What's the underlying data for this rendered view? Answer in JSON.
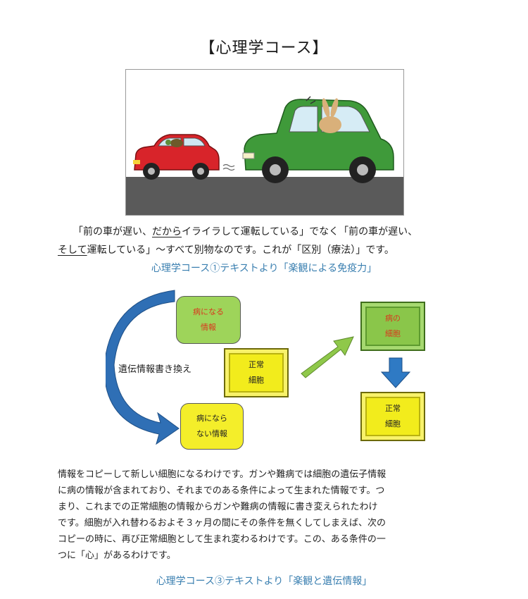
{
  "title": "【心理学コース】",
  "paragraph1": {
    "l1_a": "「前の車が遅い、",
    "l1_u": "だから",
    "l1_b": "イライラして運転している」でなく「前の車が遅い、",
    "l2_u": "そして",
    "l2_b": "運転している」～すべて別物なのです。これが「区別（療法）」です。"
  },
  "caption1": "心理学コース①テキストより「楽観による免疫力」",
  "diagram": {
    "sick_info": [
      "病になる",
      "情報"
    ],
    "rewrite_label": "遺伝情報書き換え",
    "normal_cell_center": [
      "正常",
      "細胞"
    ],
    "healthy_info": [
      "病になら",
      "ない情報"
    ],
    "sick_cell": [
      "病の",
      "細胞"
    ],
    "normal_cell_right": [
      "正常",
      "細胞"
    ]
  },
  "body": {
    "lines": [
      "情報をコピーして新しい細胞になるわけです。ガンや難病では細胞の遺伝子情報",
      "に病の情報が含まれており、それまでのある条件によって生まれた情報です。つ",
      "まり、これまでの正常細胞の情報からガンや難病の情報に書き変えられたわけ",
      "です。細胞が入れ替わるおよそ３ヶ月の間にその条件を無くしてしまえば、次の",
      "コピーの時に、再び正常細胞として生まれ変わるわけです。この、ある条件の一",
      "つに「心」があるわけです。"
    ]
  },
  "caption2": "心理学コース③テキストより「楽観と遺伝情報」",
  "colors": {
    "caption": "#3a7fb0",
    "red_text": "#d9381e",
    "yellow_box": "#f2ec1c",
    "green_box": "#8ac64a",
    "blue_arrow": "#2f6fb5",
    "green_arrow": "#8fc84a"
  }
}
